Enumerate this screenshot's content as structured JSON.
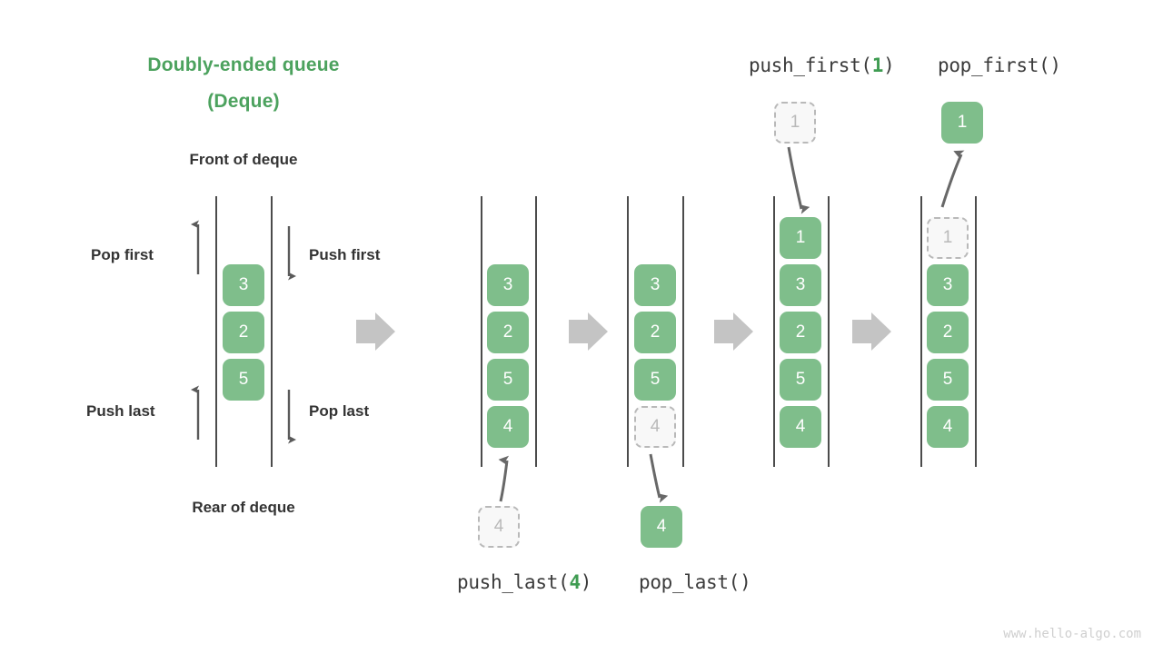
{
  "title": {
    "line1": "Doubly-ended queue",
    "line2": "(Deque)"
  },
  "labels": {
    "front": "Front of deque",
    "rear": "Rear of deque",
    "pop_first": "Pop first",
    "push_first": "Push first",
    "push_last": "Push last",
    "pop_last": "Pop last"
  },
  "operations": {
    "push_first": {
      "name": "push_first(",
      "arg": "1",
      "close": ")"
    },
    "pop_first": {
      "name": "pop_first()",
      "arg": "",
      "close": ""
    },
    "push_last": {
      "name": "push_last(",
      "arg": "4",
      "close": ")"
    },
    "pop_last": {
      "name": "pop_last()",
      "arg": "",
      "close": ""
    }
  },
  "watermark": "www.hello-algo.com",
  "colors": {
    "accent_green": "#7FBE8B",
    "title_green": "#4CA25E",
    "arg_green": "#3F9C52",
    "ghost_fill": "#F8F8F8",
    "ghost_border": "#B9B9B9",
    "rail": "#4B4B4B",
    "block_arrow": "#C4C4C4",
    "thin_arrow": "#5A5A5A",
    "text_dark": "#333333",
    "watermark": "#CFCFCF"
  },
  "stages": [
    {
      "id": "initial",
      "cells": [
        {
          "value": "3",
          "ghost": false
        },
        {
          "value": "2",
          "ghost": false
        },
        {
          "value": "5",
          "ghost": false
        }
      ]
    },
    {
      "id": "after-push-last",
      "cells": [
        {
          "value": "3",
          "ghost": false
        },
        {
          "value": "2",
          "ghost": false
        },
        {
          "value": "5",
          "ghost": false
        },
        {
          "value": "4",
          "ghost": false
        }
      ],
      "incoming": {
        "value": "4",
        "ghost": true
      }
    },
    {
      "id": "after-pop-last",
      "cells": [
        {
          "value": "3",
          "ghost": false
        },
        {
          "value": "2",
          "ghost": false
        },
        {
          "value": "5",
          "ghost": false
        },
        {
          "value": "4",
          "ghost": true
        }
      ],
      "outgoing": {
        "value": "4",
        "ghost": false
      }
    },
    {
      "id": "after-push-first",
      "cells": [
        {
          "value": "1",
          "ghost": false
        },
        {
          "value": "3",
          "ghost": false
        },
        {
          "value": "2",
          "ghost": false
        },
        {
          "value": "5",
          "ghost": false
        },
        {
          "value": "4",
          "ghost": false
        }
      ],
      "incoming": {
        "value": "1",
        "ghost": true
      }
    },
    {
      "id": "after-pop-first",
      "cells": [
        {
          "value": "1",
          "ghost": true
        },
        {
          "value": "3",
          "ghost": false
        },
        {
          "value": "2",
          "ghost": false
        },
        {
          "value": "5",
          "ghost": false
        },
        {
          "value": "4",
          "ghost": false
        }
      ],
      "outgoing": {
        "value": "1",
        "ghost": false
      }
    }
  ]
}
